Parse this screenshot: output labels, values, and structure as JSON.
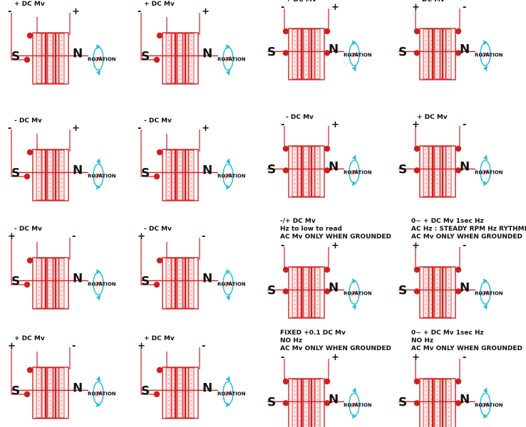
{
  "colors": {
    "magnet_red": "#d21e1e",
    "lead_red": "#d21e1e",
    "rotation_cyan": "#22bedd",
    "text": "#111111"
  },
  "rotation_label": "ROTATION",
  "pole_labels": {
    "south": "S",
    "north": "N"
  },
  "panels": [
    {
      "label": "+ DC Mv",
      "left": "-",
      "right": "+",
      "notes": [],
      "arrow": "down",
      "dots": "L",
      "variant": "A"
    },
    {
      "label": "+ DC Mv",
      "left": "-",
      "right": "+",
      "notes": [],
      "arrow": "down",
      "dots": "L",
      "variant": "A"
    },
    {
      "label": "+ DC Mv",
      "left": "-",
      "right": "+",
      "notes": [],
      "arrow": "down",
      "dots": "LR",
      "variant": "B"
    },
    {
      "label": "- DC Mv",
      "left": "+",
      "right": "-",
      "notes": [],
      "arrow": "down",
      "dots": "LR",
      "variant": "B"
    },
    {
      "label": "- DC Mv",
      "left": "-",
      "right": "+",
      "notes": [],
      "arrow": "up",
      "dots": "L",
      "variant": "A"
    },
    {
      "label": "- DC Mv",
      "left": "-",
      "right": "+",
      "notes": [],
      "arrow": "up",
      "dots": "L",
      "variant": "A"
    },
    {
      "label": "- DC Mv",
      "left": "-",
      "right": "+",
      "notes": [],
      "arrow": "up",
      "dots": "LR",
      "variant": "B"
    },
    {
      "label": "+ DC Mv",
      "left": "+",
      "right": "-",
      "notes": [],
      "arrow": "up",
      "dots": "LR",
      "variant": "B"
    },
    {
      "label": "- DC Mv",
      "left": "+",
      "right": "-",
      "notes": [],
      "arrow": "down",
      "dots": "L",
      "variant": "A"
    },
    {
      "label": "- DC Mv",
      "left": "+",
      "right": "-",
      "notes": [],
      "arrow": "down",
      "dots": "L",
      "variant": "A"
    },
    {
      "label": "",
      "left": "-",
      "right": "+",
      "notes": [
        "-/+ DC Mv",
        "Hz to low to read",
        "AC Mv ONLY WHEN GROUNDED"
      ],
      "arrow": "down",
      "dots": "LR",
      "variant": "B"
    },
    {
      "label": "",
      "left": "+",
      "right": "-",
      "notes": [
        "0~ + DC Mv 1sec Hz",
        "AC Hz : STEADY RPM Hz RYTHMIC",
        "AC Mv ONLY WHEN GROUNDED"
      ],
      "arrow": "down",
      "dots": "LR",
      "variant": "B"
    },
    {
      "label": "+ DC Mv",
      "left": "+",
      "right": "-",
      "notes": [],
      "arrow": "up",
      "dots": "L",
      "variant": "A"
    },
    {
      "label": "+ DC Mv",
      "left": "+",
      "right": "-",
      "notes": [],
      "arrow": "up",
      "dots": "L",
      "variant": "A"
    },
    {
      "label": "",
      "left": "-",
      "right": "+",
      "notes": [
        "FIXED +0.1 DC Mv",
        "NO Hz",
        "AC Mv ONLY WHEN GROUNDED"
      ],
      "arrow": "up",
      "dots": "LR",
      "variant": "B"
    },
    {
      "label": "",
      "left": "+",
      "right": "-",
      "notes": [
        "0~ + DC Mv 1sec Hz",
        "NO Hz",
        "AC Mv ONLY WHEN GROUNDED"
      ],
      "arrow": "up",
      "dots": "LR",
      "variant": "B"
    }
  ]
}
